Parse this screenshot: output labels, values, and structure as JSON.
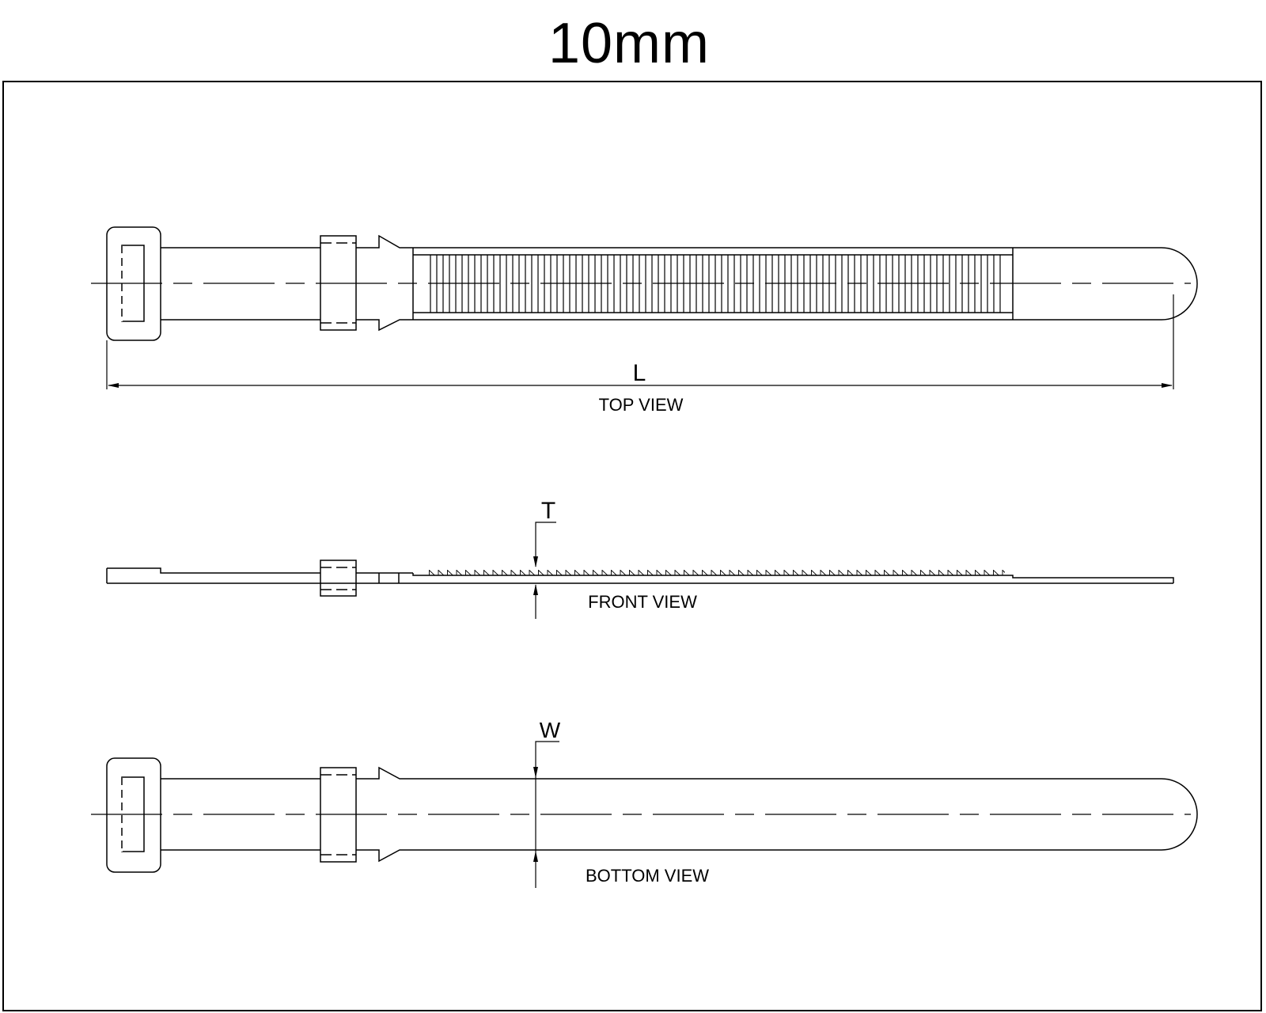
{
  "title": "10mm",
  "colors": {
    "line": "#000000",
    "background": "#ffffff"
  },
  "views": {
    "top": {
      "label": "TOP VIEW",
      "dimension_label": "L"
    },
    "front": {
      "label": "FRONT VIEW",
      "dimension_label": "T"
    },
    "bottom": {
      "label": "BOTTOM VIEW",
      "dimension_label": "W"
    }
  }
}
